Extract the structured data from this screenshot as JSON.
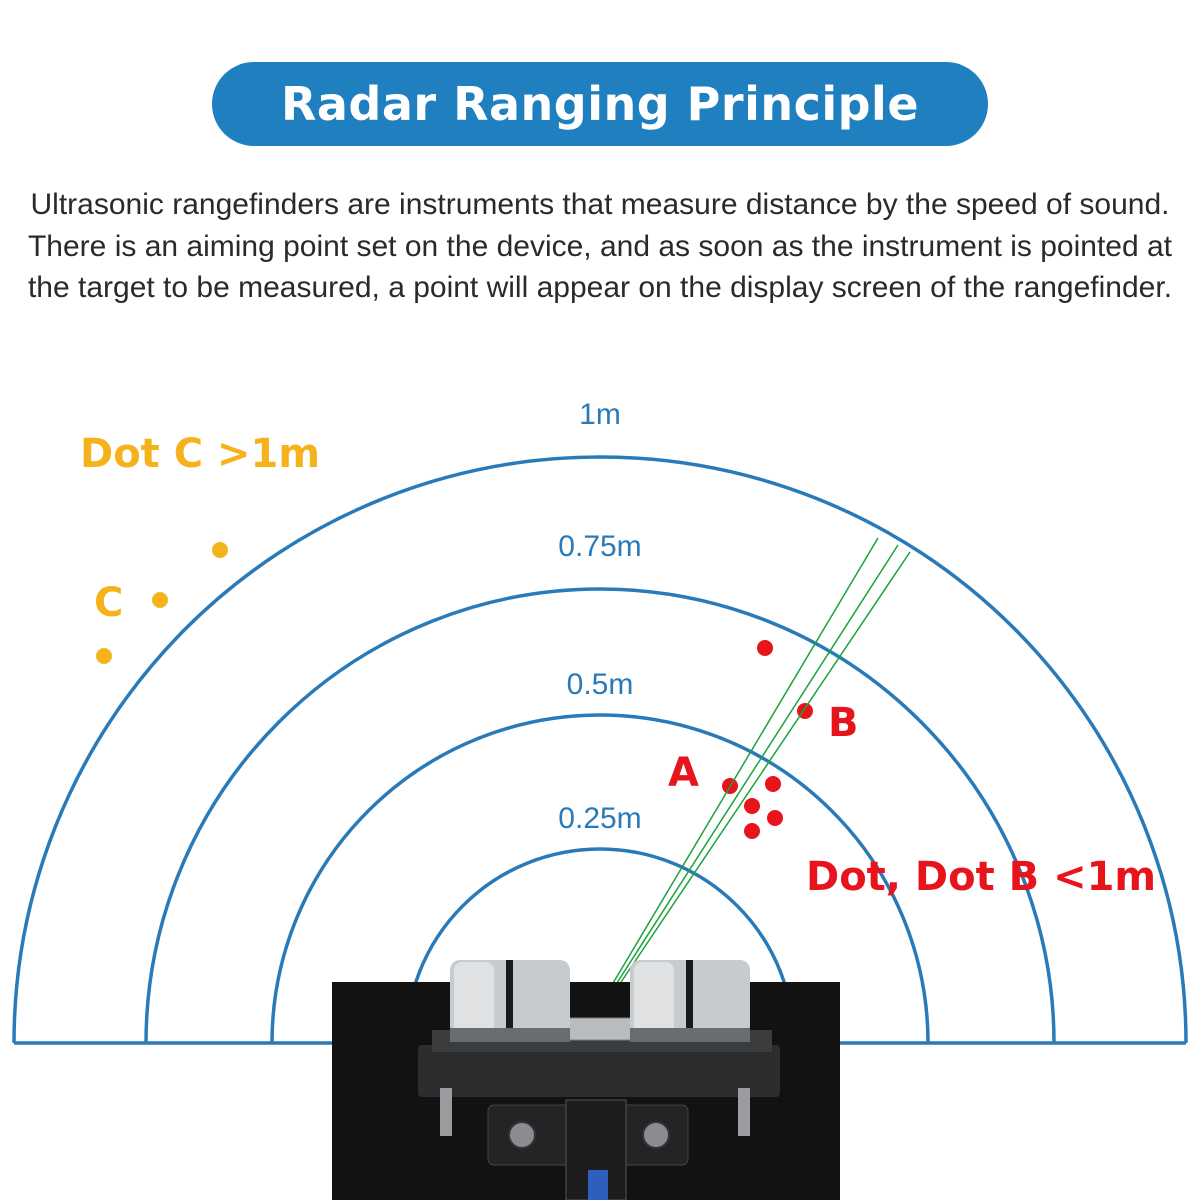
{
  "title": "Radar Ranging Principle",
  "description": "Ultrasonic rangefinders are instruments that measure distance by the speed of sound. There is an aiming point set on the device, and as soon as the instrument is pointed at the target to be measured, a point will appear on the display screen of the rangefinder.",
  "rings": [
    {
      "label": "0.25m"
    },
    {
      "label": "0.5m"
    },
    {
      "label": "0.75m"
    },
    {
      "label": "1m"
    }
  ],
  "labels": {
    "dot_c_caption": "Dot C >1m",
    "c": "C",
    "a": "A",
    "b": "B",
    "dot_b_caption": "Dot, Dot B <1m"
  },
  "colors": {
    "title_bg": "#1f7fbf",
    "ring": "#2a7ab8",
    "orange": "#f5b21b",
    "red": "#e8141b",
    "beam": "#1aa33a"
  }
}
